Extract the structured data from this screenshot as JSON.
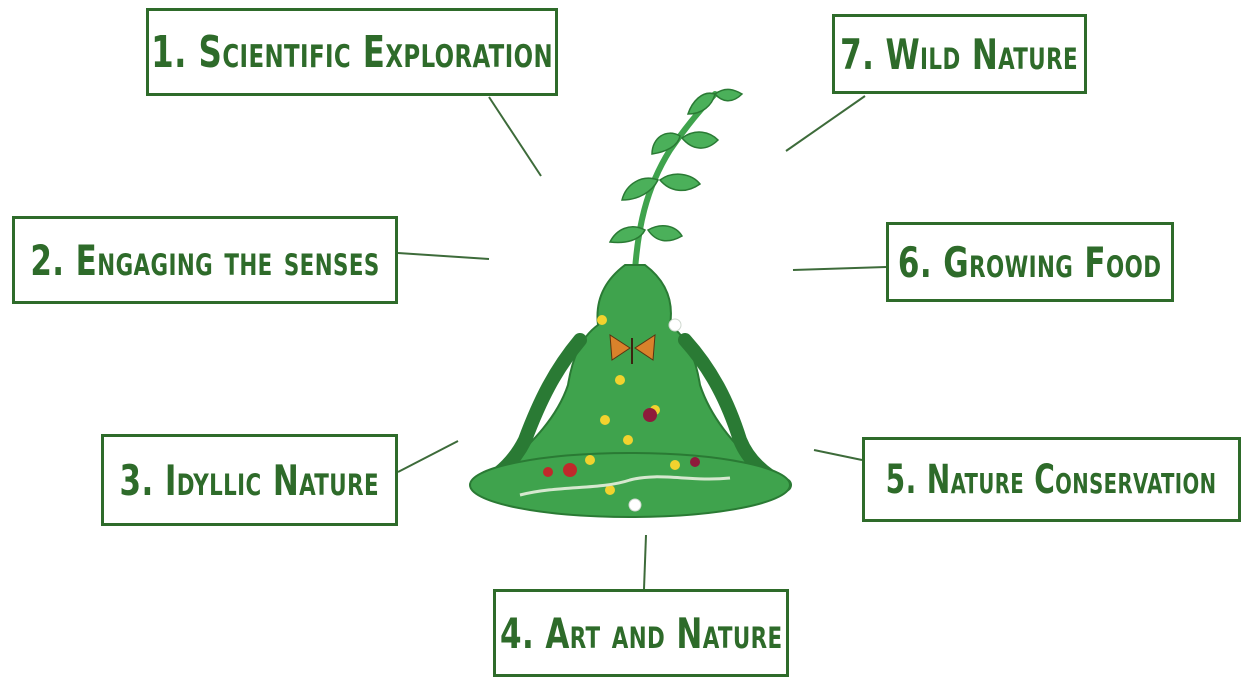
{
  "diagram": {
    "labels": {
      "scientific_exploration": "1. Scientific Exploration",
      "engaging_the_senses": "2. Engaging the senses",
      "idyllic_nature": "3. Idyllic Nature",
      "art_and_nature": "4. Art and Nature",
      "nature_conservation": "5. Nature Conservation",
      "growing_food": "6. Growing Food",
      "wild_nature": "7. Wild Nature"
    },
    "center_figure": "meditating-plant-figure-icon"
  },
  "colors": {
    "box_border": "#2e6b2a",
    "label_text": "#2e6b2a",
    "figure_green": "#3fa34d",
    "figure_dark_green": "#2a7a34",
    "connector": "#3d6b3a"
  }
}
